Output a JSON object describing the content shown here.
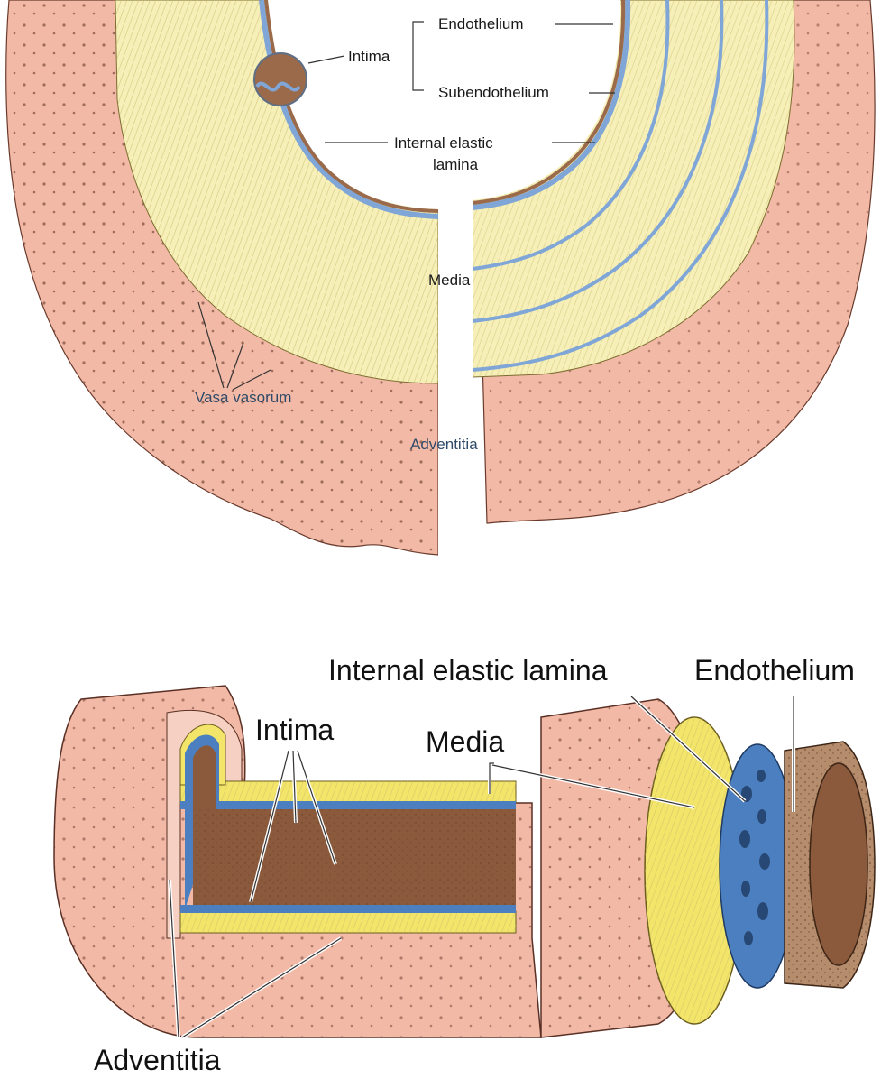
{
  "top_panel": {
    "labels": {
      "endothelium": "Endothelium",
      "intima": "Intima",
      "subendothelium": "Subendothelium",
      "internal_elastic_lamina_1": "Internal elastic",
      "internal_elastic_lamina_2": "lamina",
      "media": "Media",
      "vasa_vasorum": "Vasa vasorum",
      "adventitia": "Adventitia"
    }
  },
  "bottom_panel": {
    "labels": {
      "internal_elastic_lamina": "Internal elastic lamina",
      "endothelium": "Endothelium",
      "intima": "Intima",
      "media": "Media",
      "adventitia": "Adventitia"
    }
  },
  "colors": {
    "adventitia": "#f2b9a6",
    "media": "#f6f0b8",
    "elastic_lamina": "#7fa6d6",
    "intima": "#9a6a4a",
    "lumen": "#8b5a3c"
  }
}
